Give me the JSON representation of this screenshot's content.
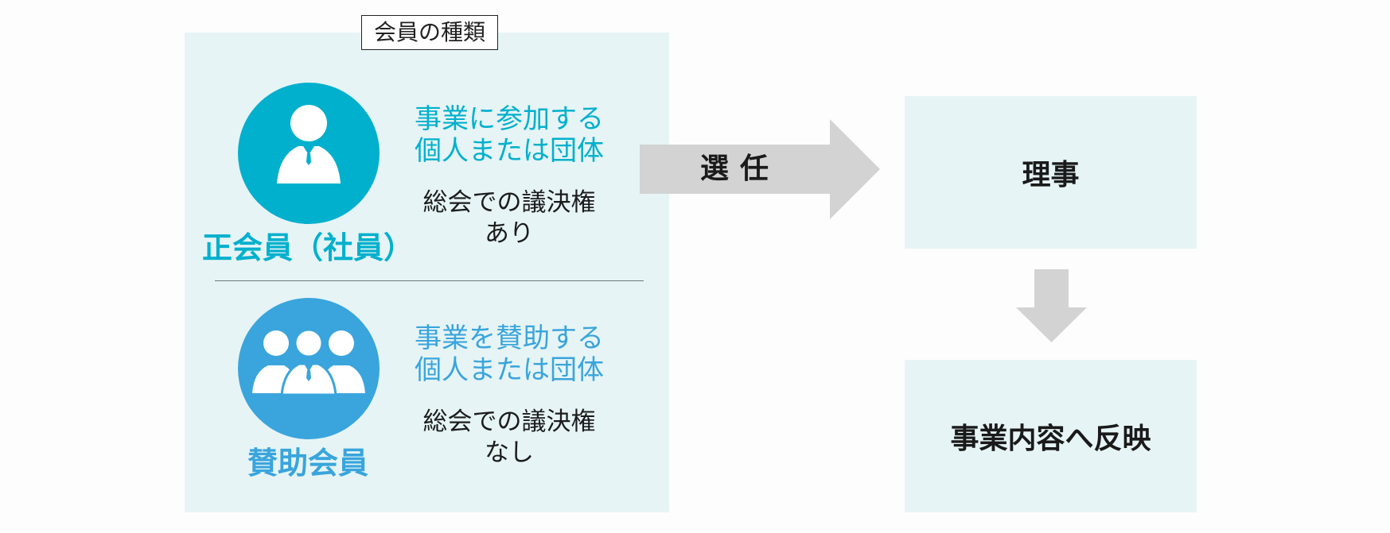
{
  "panel_title": "会員の種類",
  "members": [
    {
      "name": "正会員（社員）",
      "description_lines": [
        "事業に参加する",
        "個人または団体"
      ],
      "vote_lines": [
        "総会での議決権",
        "あり"
      ],
      "color": "#00b0cc",
      "icon": "single-person-icon"
    },
    {
      "name": "賛助会員",
      "description_lines": [
        "事業を賛助する",
        "個人または団体"
      ],
      "vote_lines": [
        "総会での議決権",
        "なし"
      ],
      "color": "#3aa5dc",
      "icon": "group-people-icon"
    }
  ],
  "arrow_label": "選任",
  "boxes": {
    "top_label": "理事",
    "bottom_label": "事業内容へ反映"
  },
  "colors": {
    "panel_bg": "#e6f4f5",
    "arrow": "#d3d3d3"
  }
}
